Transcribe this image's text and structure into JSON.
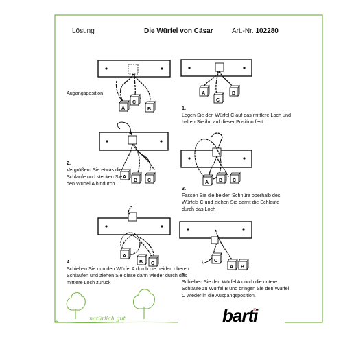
{
  "header": {
    "left": "Lösung",
    "title": "Die Würfel von Cäsar",
    "art_label": "Art.-Nr.",
    "art_number": "102280"
  },
  "steps": [
    {
      "number": "",
      "text": "Augangsposition"
    },
    {
      "number": "1.",
      "text": "Legen Sie den Würfel C auf das mittlere Loch und halten Sie ihn auf dieser Position fest."
    },
    {
      "number": "2.",
      "text": "Vergrößern Sie etwas die Schlaufe und stecken Sie den Würfel A hindurch."
    },
    {
      "number": "3.",
      "text": "Fassen Sie die beiden Schnüre oberhalb des Würfels C und ziehen Sie damit die Schlaufe durch das Loch"
    },
    {
      "number": "4.",
      "text": "Schieben Sie nun den Würfel A durch die beiden oberen Schlaufen und ziehen Sie diese dann wieder durch das mittlere Loch zurück"
    },
    {
      "number": "5.",
      "text": "Schieben Sie den Würfel A durch die untere Schlaufe zu Würfel B und bringen Sie den Würfel C wieder in die Ausgangsposition."
    }
  ],
  "cube_labels": {
    "a": "A",
    "b": "B",
    "c": "C"
  },
  "footer": {
    "tagline": "natürlich gut",
    "brand": "barti",
    "registered": "®"
  },
  "colors": {
    "frame": "#7ab648",
    "brand_accent": "#c8102e",
    "line": "#111111"
  }
}
